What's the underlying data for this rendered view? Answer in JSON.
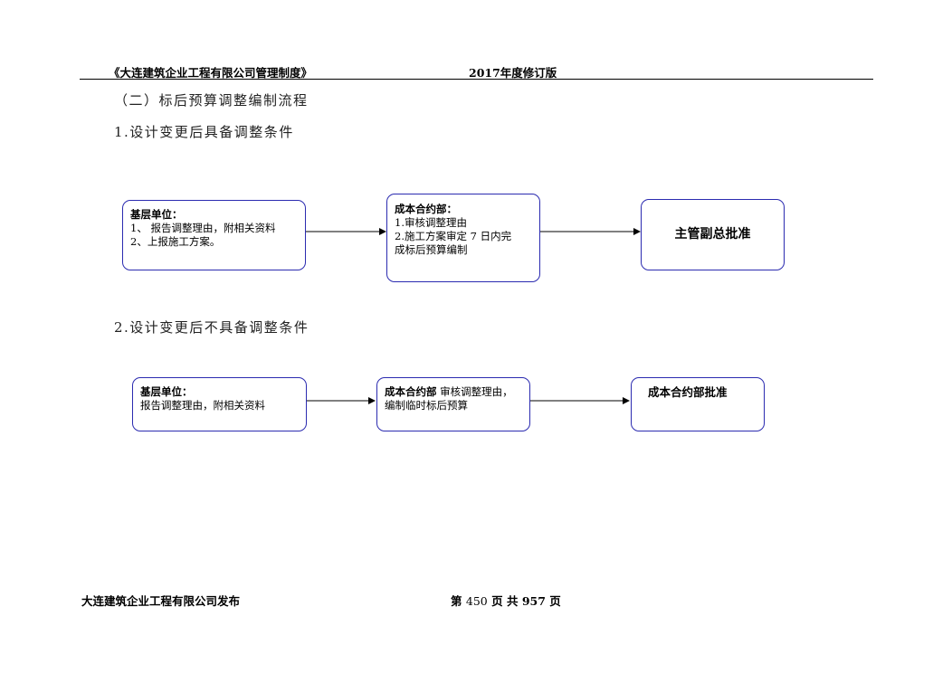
{
  "header": {
    "title": "《大连建筑企业工程有限公司管理制度》",
    "edition": "2017年度修订版"
  },
  "section": {
    "title": "（二）标后预算调整编制流程",
    "part1": {
      "title": "1.设计变更后具备调整条件",
      "box1": {
        "heading": "基层单位：",
        "lines": [
          "1、 报告调整理由，附相关资料",
          "2、上报施工方案。"
        ]
      },
      "box2": {
        "heading": "成本合约部：",
        "lines": [
          "1.审核调整理由",
          "2.施工方案审定 7 日内完",
          "成标后预算编制"
        ]
      },
      "box3": {
        "text": "主管副总批准"
      }
    },
    "part2": {
      "title": "2.设计变更后不具备调整条件",
      "box1": {
        "heading": "基层单位：",
        "lines": [
          "报告调整理由，附相关资料"
        ]
      },
      "box2": {
        "heading": "成本合约部",
        "inline": " 审核调整理由，",
        "lines": [
          "编制临时标后预算"
        ]
      },
      "box3": {
        "text": "成本合约部批准"
      }
    }
  },
  "footer": {
    "publisher": "大连建筑企业工程有限公司发布",
    "page_prefix": "第",
    "page_num": "450",
    "page_mid": "页  共",
    "page_total": "957",
    "page_suffix": "页"
  },
  "colors": {
    "box_border": "#2b2bb0"
  }
}
